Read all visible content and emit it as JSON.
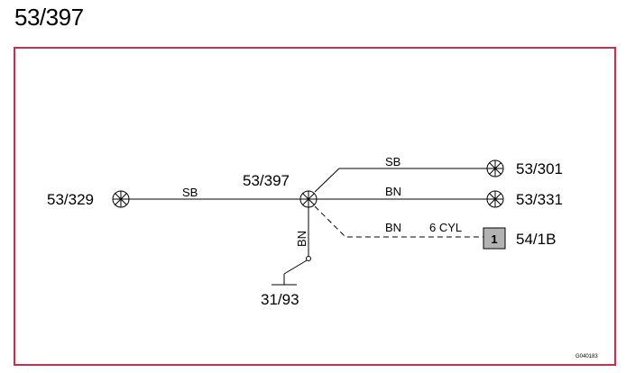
{
  "title": "53/397",
  "frame_color": "#c8314a",
  "connectors": {
    "left": "53/329",
    "center": "53/397",
    "right_top": "53/301",
    "right_mid": "53/331",
    "right_box": "54/1B",
    "ground": "31/93"
  },
  "wires": {
    "left_wire": "SB",
    "top_wire": "SB",
    "mid_wire": "BN",
    "dashed_wire": "BN",
    "dashed_wire_note": "6 CYL",
    "down_wire": "BN"
  },
  "box_pin": "1",
  "figure_code": "G040183"
}
